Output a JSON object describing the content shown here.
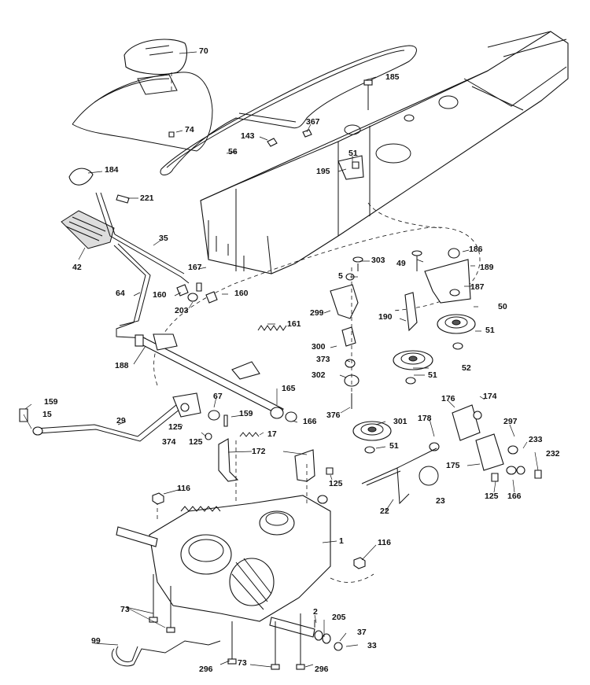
{
  "diagram": {
    "labels": {
      "p70": "70",
      "p185": "185",
      "p74": "74",
      "p367": "367",
      "p143": "143",
      "p56": "56",
      "p51a": "51",
      "p195": "195",
      "p184": "184",
      "p221": "221",
      "p35": "35",
      "p42": "42",
      "p303": "303",
      "p49": "49",
      "p186": "186",
      "p167": "167",
      "p5": "5",
      "p189": "189",
      "p64": "64",
      "p160a": "160",
      "p160b": "160",
      "p203": "203",
      "p187": "187",
      "p299": "299",
      "p50": "50",
      "p190": "190",
      "p161": "161",
      "p51b": "51",
      "p300": "300",
      "p373": "373",
      "p52": "52",
      "p188": "188",
      "p302": "302",
      "p51c": "51",
      "p165": "165",
      "p67": "67",
      "p176": "176",
      "p174": "174",
      "p159a": "159",
      "p15": "15",
      "p376": "376",
      "p29": "29",
      "p159b": "159",
      "p166a": "166",
      "p301": "301",
      "p178": "178",
      "p297": "297",
      "p125a": "125",
      "p17": "17",
      "p374": "374",
      "p125b": "125",
      "p51d": "51",
      "p233": "233",
      "p172": "172",
      "p175": "175",
      "p232": "232",
      "p125c": "125",
      "p125d": "125",
      "p166b": "166",
      "p23": "23",
      "p116a": "116",
      "p22": "22",
      "p1": "1",
      "p116b": "116",
      "p73a": "73",
      "p2": "2",
      "p205": "205",
      "p99": "99",
      "p37": "37",
      "p33": "33",
      "p296a": "296",
      "p73b": "73",
      "p296b": "296"
    }
  }
}
